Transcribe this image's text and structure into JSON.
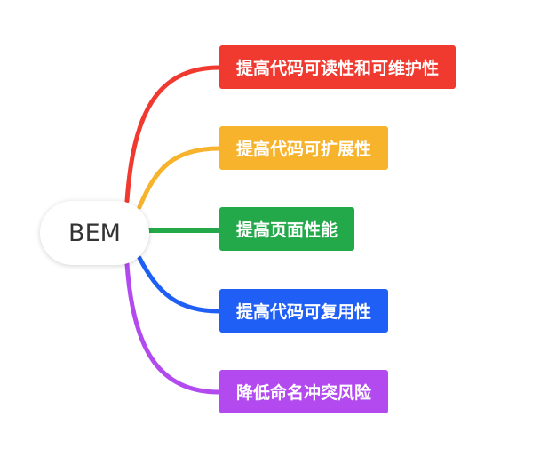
{
  "root": {
    "label": "BEM"
  },
  "branches": [
    {
      "label": "提高代码可读性和可维护性",
      "color": "#f0392f"
    },
    {
      "label": "提高代码可扩展性",
      "color": "#f7b32b"
    },
    {
      "label": "提高页面性能",
      "color": "#23a94a"
    },
    {
      "label": "提高代码可复用性",
      "color": "#1f5ff5"
    },
    {
      "label": "降低命名冲突风险",
      "color": "#b24af0"
    }
  ]
}
